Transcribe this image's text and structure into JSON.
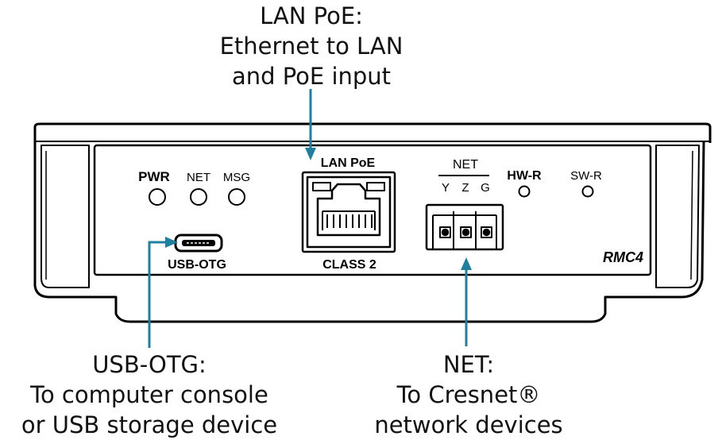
{
  "callouts": {
    "lan": [
      "LAN PoE:",
      "Ethernet to LAN",
      "and PoE input"
    ],
    "usb": [
      "USB-OTG:",
      "To computer console",
      "or USB storage device"
    ],
    "net": [
      "NET:",
      "To Cresnet®",
      "network devices"
    ]
  },
  "panel": {
    "led_labels": {
      "pwr": "PWR",
      "net": "NET",
      "msg": "MSG"
    },
    "usb_label": "USB-OTG",
    "lan_label": "LAN PoE",
    "class_label": "CLASS 2",
    "net_label": "NET",
    "net_pins": [
      "Y",
      "Z",
      "G"
    ],
    "hwr_label": "HW-R",
    "swr_label": "SW-R",
    "model": "RMC4"
  },
  "colors": {
    "arrow": "#1f7fa0",
    "outline": "#000000"
  }
}
